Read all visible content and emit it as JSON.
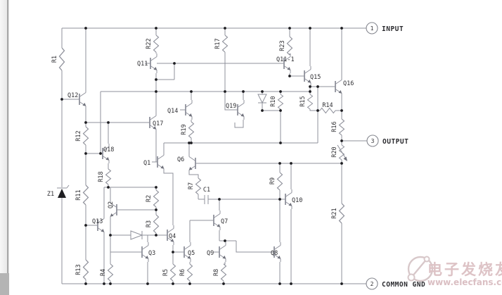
{
  "schematic": {
    "resistors": {
      "R1": "R1",
      "R2": "R2",
      "R3": "R3",
      "R4": "R4",
      "R5": "R5",
      "R6": "R6",
      "R7": "R7",
      "R8": "R8",
      "R9": "R9",
      "R10": "R10",
      "R11": "R11",
      "R12": "R12",
      "R13": "R13",
      "R14": "R14",
      "R15": "R15",
      "R16": "R16",
      "R17": "R17",
      "R18": "R18",
      "R19": "R19",
      "R20": "R20",
      "R21": "R21",
      "R22": "R22",
      "R23": "R23"
    },
    "transistors": {
      "Q1": "Q1",
      "Q2": "Q2",
      "Q3": "Q3",
      "Q4": "Q4",
      "Q5": "Q5",
      "Q6": "Q6",
      "Q7": "Q7",
      "Q8": "Q8",
      "Q9": "Q9",
      "Q10": "Q10",
      "Q11": "Q11",
      "Q11_1": "Q11-1",
      "Q12": "Q12",
      "Q13": "Q13",
      "Q14": "Q14",
      "Q15": "Q15",
      "Q16": "Q16",
      "Q17": "Q17",
      "Q18": "Q18",
      "Q19": "Q19"
    },
    "capacitors": {
      "C1": "C1"
    },
    "zener": {
      "Z1": "Z1"
    },
    "terminals": [
      {
        "number": "1",
        "label": "INPUT"
      },
      {
        "number": "3",
        "label": "OUTPUT"
      },
      {
        "number": "2",
        "label": "COMMON GND"
      }
    ]
  },
  "watermark": {
    "brand": "电子发烧友",
    "url": "www.elecfans.com"
  },
  "colors": {
    "wire": "#8f919b",
    "label": "#303034",
    "junction": "#1e1e22",
    "watermark": "#dcc0c4",
    "background": "#ffffff"
  }
}
